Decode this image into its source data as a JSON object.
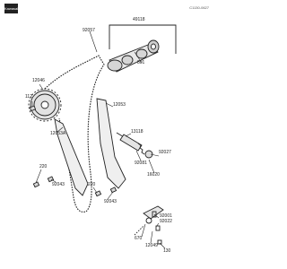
{
  "logo": {
    "alt_text": "Kawasaki"
  },
  "diagram_code": "C1130-0627",
  "labels": {
    "p49118": "49118",
    "p92057": "92057",
    "p801": "801",
    "p12046": "12046",
    "p112": "112",
    "p12053": "12053",
    "p12053a": "12053A",
    "p13118": "13118",
    "p92081": "92081",
    "p92027": "92027",
    "p16020": "16020",
    "p220a": "220",
    "p92043a": "92043",
    "p220b": "220",
    "p92043b": "92043",
    "p92001": "92001",
    "p92022": "92022",
    "p670": "670",
    "p12049": "12049",
    "p130": "130"
  }
}
